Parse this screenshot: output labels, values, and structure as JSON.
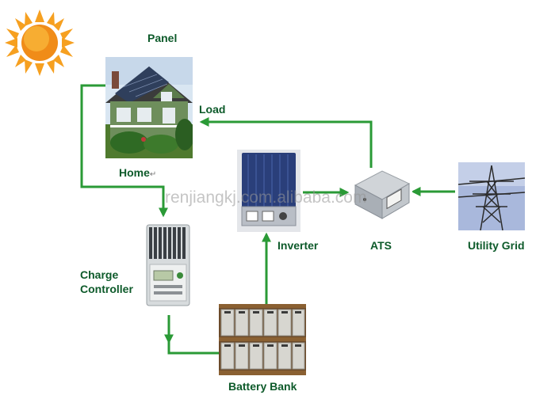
{
  "diagram": {
    "labels": {
      "panel": "Panel",
      "load": "Load",
      "home": "Home",
      "home_mark": "↵",
      "charge_controller_line1": "Charge",
      "charge_controller_line2": "Controller",
      "inverter": "Inverter",
      "ats": "ATS",
      "utility_grid": "Utility Grid",
      "battery_bank": "Battery Bank"
    },
    "watermark": "renjiangkj.com.alibaba.com",
    "colors": {
      "wire": "#2a9a36",
      "label": "#0d5a2a",
      "sun": "#f39a1e"
    },
    "icons": [
      "sun-icon",
      "house-photo",
      "charge-controller-photo",
      "inverter-photo",
      "ats-photo",
      "power-tower-photo",
      "battery-bank-photo"
    ]
  }
}
